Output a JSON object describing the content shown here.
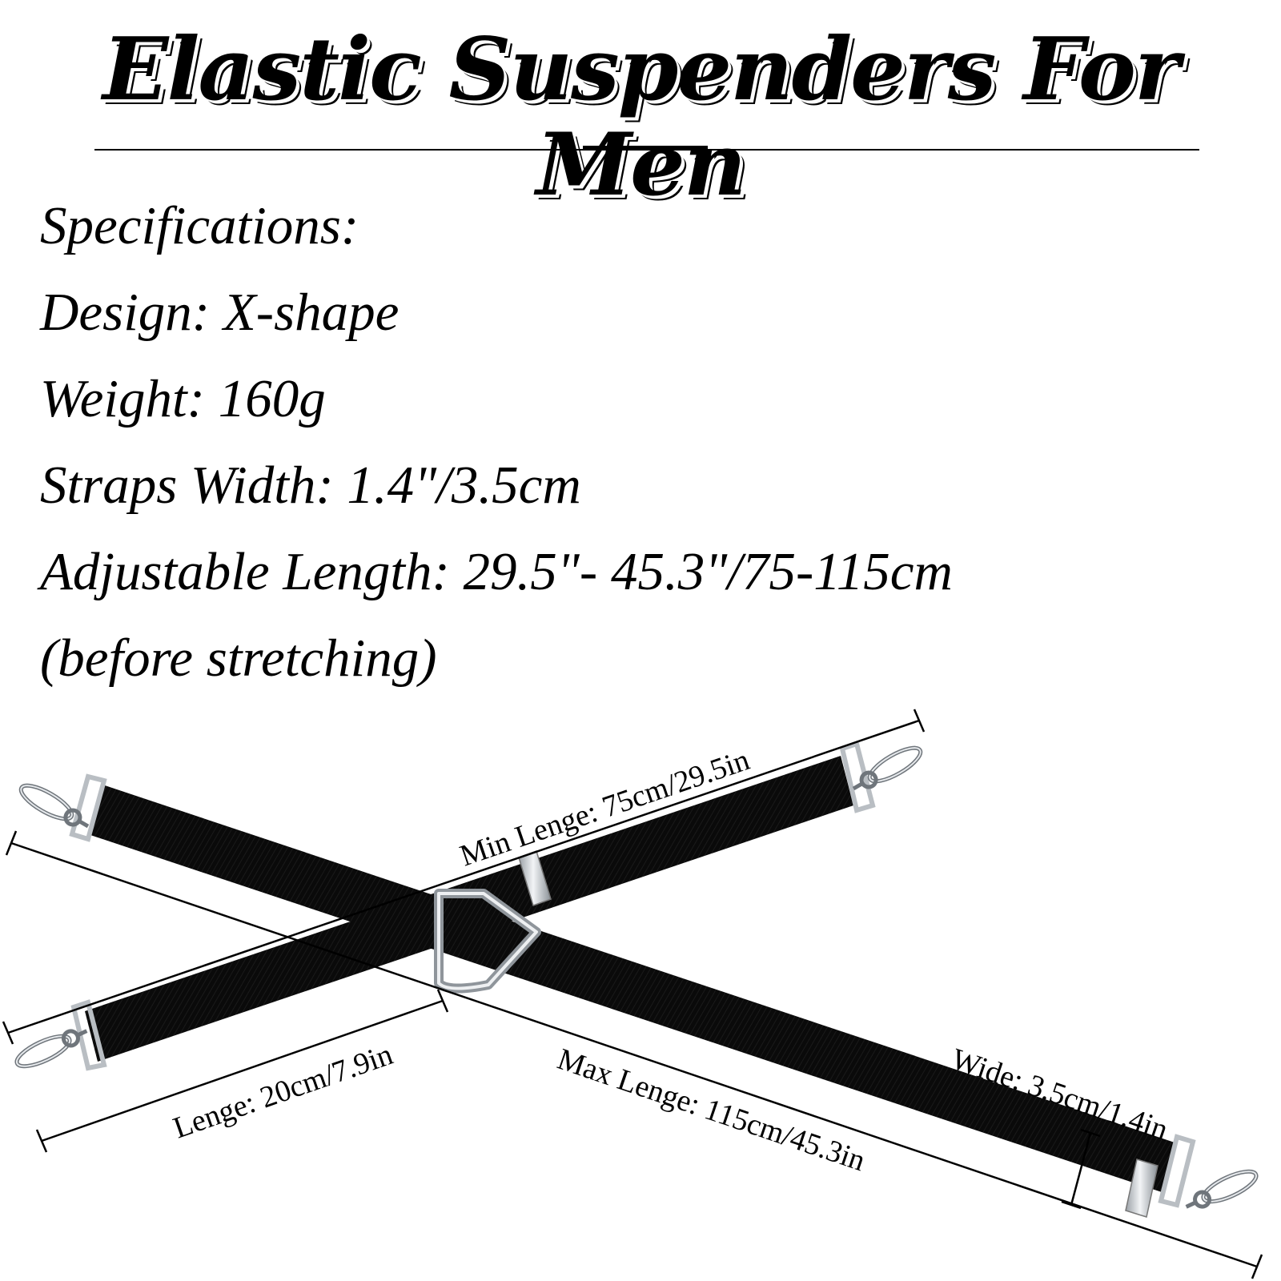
{
  "title": "Elastic Suspenders For Men",
  "specs": {
    "heading": "Specifications:",
    "design": "Design: X-shape",
    "weight": "Weight: 160g",
    "width": "Straps Width: 1.4\"/3.5cm",
    "length": "Adjustable Length: 29.5\"- 45.3\"/75-115cm",
    "note": "(before stretching)"
  },
  "dimensions": {
    "min_length": "Min Lenge: 75cm/29.5in",
    "max_length": "Max Lenge: 115cm/45.3in",
    "lenge": "Lenge: 20cm/7.9in",
    "wide": "Wide: 3.5cm/1.4in"
  },
  "colors": {
    "strap": "#0a0a0a",
    "metal": "#c9cdd2",
    "text": "#000000"
  }
}
